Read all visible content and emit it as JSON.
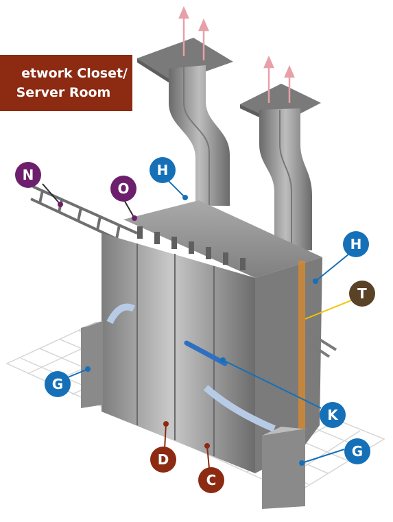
{
  "title": {
    "line1": "etwork Closet/",
    "line2": "Server Room"
  },
  "callouts": [
    {
      "letter": "N",
      "color": "#6d1f6e"
    },
    {
      "letter": "O",
      "color": "#6d1f6e"
    },
    {
      "letter": "H",
      "color": "#1570b8"
    },
    {
      "letter": "H",
      "color": "#1570b8"
    },
    {
      "letter": "T",
      "color": "#5a4227"
    },
    {
      "letter": "G",
      "color": "#1570b8"
    },
    {
      "letter": "K",
      "color": "#1570b8"
    },
    {
      "letter": "D",
      "color": "#8c2a12"
    },
    {
      "letter": "C",
      "color": "#8c2a12"
    },
    {
      "letter": "G",
      "color": "#1570b8"
    }
  ],
  "colors": {
    "metal": "#9a9a9a",
    "metal_dark": "#6f6f6f",
    "metal_light": "#c4c4c4",
    "floor_grid": "#d6d6d6",
    "leader_yellow": "#f2c300",
    "arrow_pink": "#e8a0a8",
    "orange_trim": "#d78a2e",
    "blue_stripe": "#2f6fc0"
  }
}
